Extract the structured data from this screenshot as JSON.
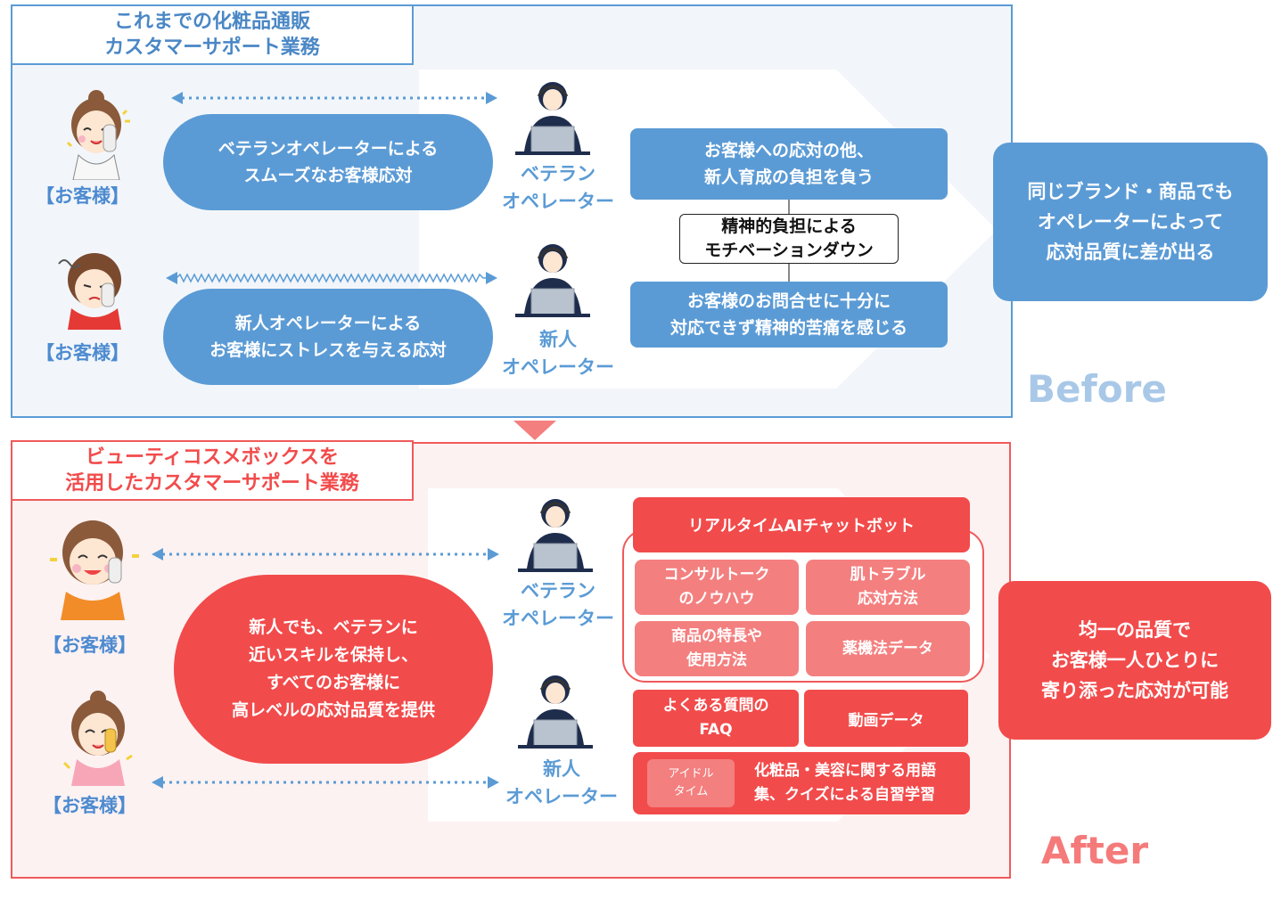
{
  "before": {
    "title": "これまでの化粧品通販\nカスタマーサポート業務",
    "customer_label": "【お客様】",
    "veteran_pill": "ベテランオペレーターによる\nスムーズなお客様応対",
    "newbie_pill": "新人オペレーターによる\nお客様にストレスを与える応対",
    "veteran_operator": "ベテラン\nオペレーター",
    "new_operator": "新人\nオペレーター",
    "burden_box": "お客様への応対の他、\n新人育成の負担を負う",
    "motivation_box": "精神的負担による\nモチベーションダウン",
    "distress_box": "お客様のお問合せに十分に\n対応できず精神的苦痛を感じる",
    "result_box": "同じブランド・商品でも\nオペレーターによって\n応対品質に差が出る",
    "label": "Before"
  },
  "after": {
    "title": "ビューティコスメボックスを\n活用したカスタマーサポート業務",
    "customer_label": "【お客様】",
    "center_circle": "新人でも、ベテランに\n近いスキルを保持し、\nすべてのお客様に\n高レベルの応対品質を提供",
    "veteran_operator": "ベテラン\nオペレーター",
    "new_operator": "新人\nオペレーター",
    "chatbot": "リアルタイムAIチャットボット",
    "consult_talk": "コンサルトーク\nのノウハウ",
    "skin_trouble": "肌トラブル\n応対方法",
    "product_features": "商品の特長や\n使用方法",
    "pharma_law": "薬機法データ",
    "faq": "よくある質問の\nFAQ",
    "video": "動画データ",
    "idle_time": "アイドル\nタイム",
    "self_study": "化粧品・美容に関する用語\n集、クイズによる自習学習",
    "result_box": "均一の品質で\nお客様一人ひとりに\n寄り添った応対が可能",
    "label": "After"
  },
  "colors": {
    "blue": "#5b9bd5",
    "red": "#f24b4b",
    "pink": "#f47f7f",
    "navy": "#1f2d4d"
  }
}
